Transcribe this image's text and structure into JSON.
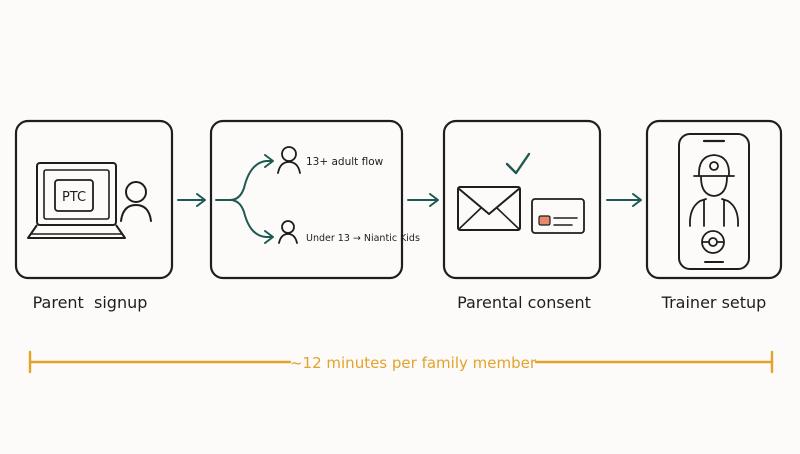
{
  "steps": {
    "parent_signup": {
      "label": "Parent  signup",
      "screen_text": "PTC"
    },
    "branch": {
      "upper": "13+ adult flow",
      "lower": "Under 13 → Niantic Kids"
    },
    "parental_consent": {
      "label": "Parental consent"
    },
    "trainer_setup": {
      "label": "Trainer setup"
    }
  },
  "timeline": {
    "label": "~12 minutes per family member"
  },
  "colors": {
    "ink": "#1e1e1e",
    "arrow": "#1f5a52",
    "timeline": "#e3a22a",
    "card_accent": "#e8896b",
    "background": "#fcfbfa"
  },
  "icons": [
    "laptop-icon",
    "person-icon",
    "envelope-icon",
    "checkmark-icon",
    "id-card-icon",
    "phone-icon",
    "trainer-avatar-icon",
    "pokeball-icon"
  ]
}
